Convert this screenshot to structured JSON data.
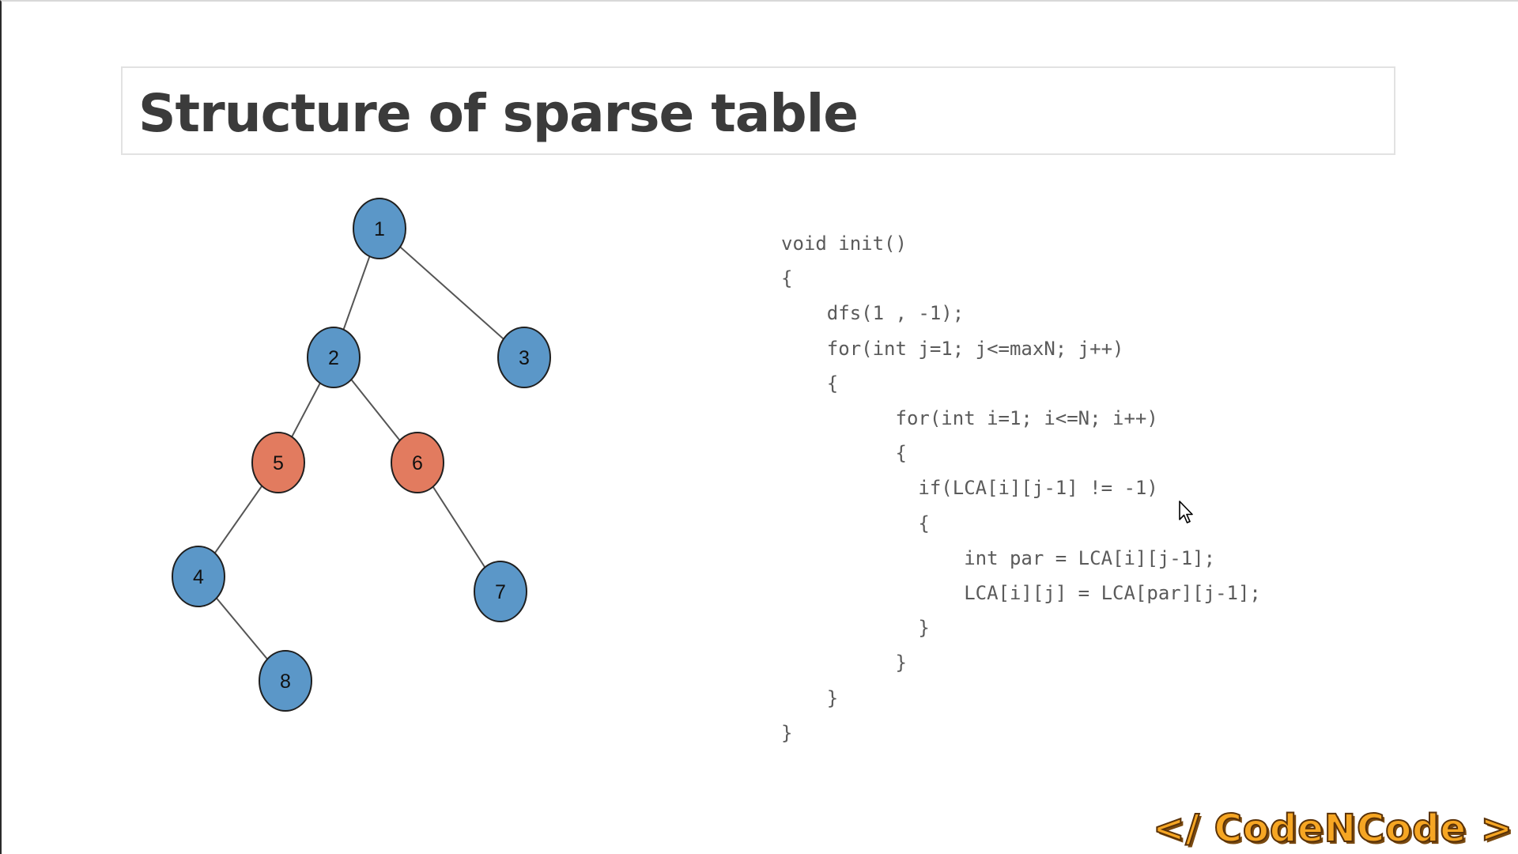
{
  "slide": {
    "title": "Structure of sparse table"
  },
  "tree": {
    "colors": {
      "default_node": "#5b97c8",
      "highlight_node": "#e27b5f",
      "node_stroke": "#1f1f1f",
      "edge": "#555555"
    },
    "nodes": [
      {
        "id": "1",
        "label": "1",
        "highlighted": false
      },
      {
        "id": "2",
        "label": "2",
        "highlighted": false
      },
      {
        "id": "3",
        "label": "3",
        "highlighted": false
      },
      {
        "id": "5",
        "label": "5",
        "highlighted": true
      },
      {
        "id": "6",
        "label": "6",
        "highlighted": true
      },
      {
        "id": "4",
        "label": "4",
        "highlighted": false
      },
      {
        "id": "7",
        "label": "7",
        "highlighted": false
      },
      {
        "id": "8",
        "label": "8",
        "highlighted": false
      }
    ],
    "edges": [
      [
        "1",
        "2"
      ],
      [
        "1",
        "3"
      ],
      [
        "2",
        "5"
      ],
      [
        "2",
        "6"
      ],
      [
        "5",
        "4"
      ],
      [
        "6",
        "7"
      ],
      [
        "4",
        "8"
      ]
    ]
  },
  "code": {
    "lines": [
      "void init()",
      "{",
      "    dfs(1 , -1);",
      "    for(int j=1; j<=maxN; j++)",
      "    {",
      "          for(int i=1; i<=N; i++)",
      "          {",
      "            if(LCA[i][j-1] != -1)",
      "            {",
      "                int par = LCA[i][j-1];",
      "                LCA[i][j] = LCA[par][j-1];",
      "            }",
      "          }",
      "    }",
      "}"
    ]
  },
  "icons": {
    "pointer": "mouse-pointer-icon"
  },
  "logo": {
    "text": "</ CodeNCode >"
  }
}
